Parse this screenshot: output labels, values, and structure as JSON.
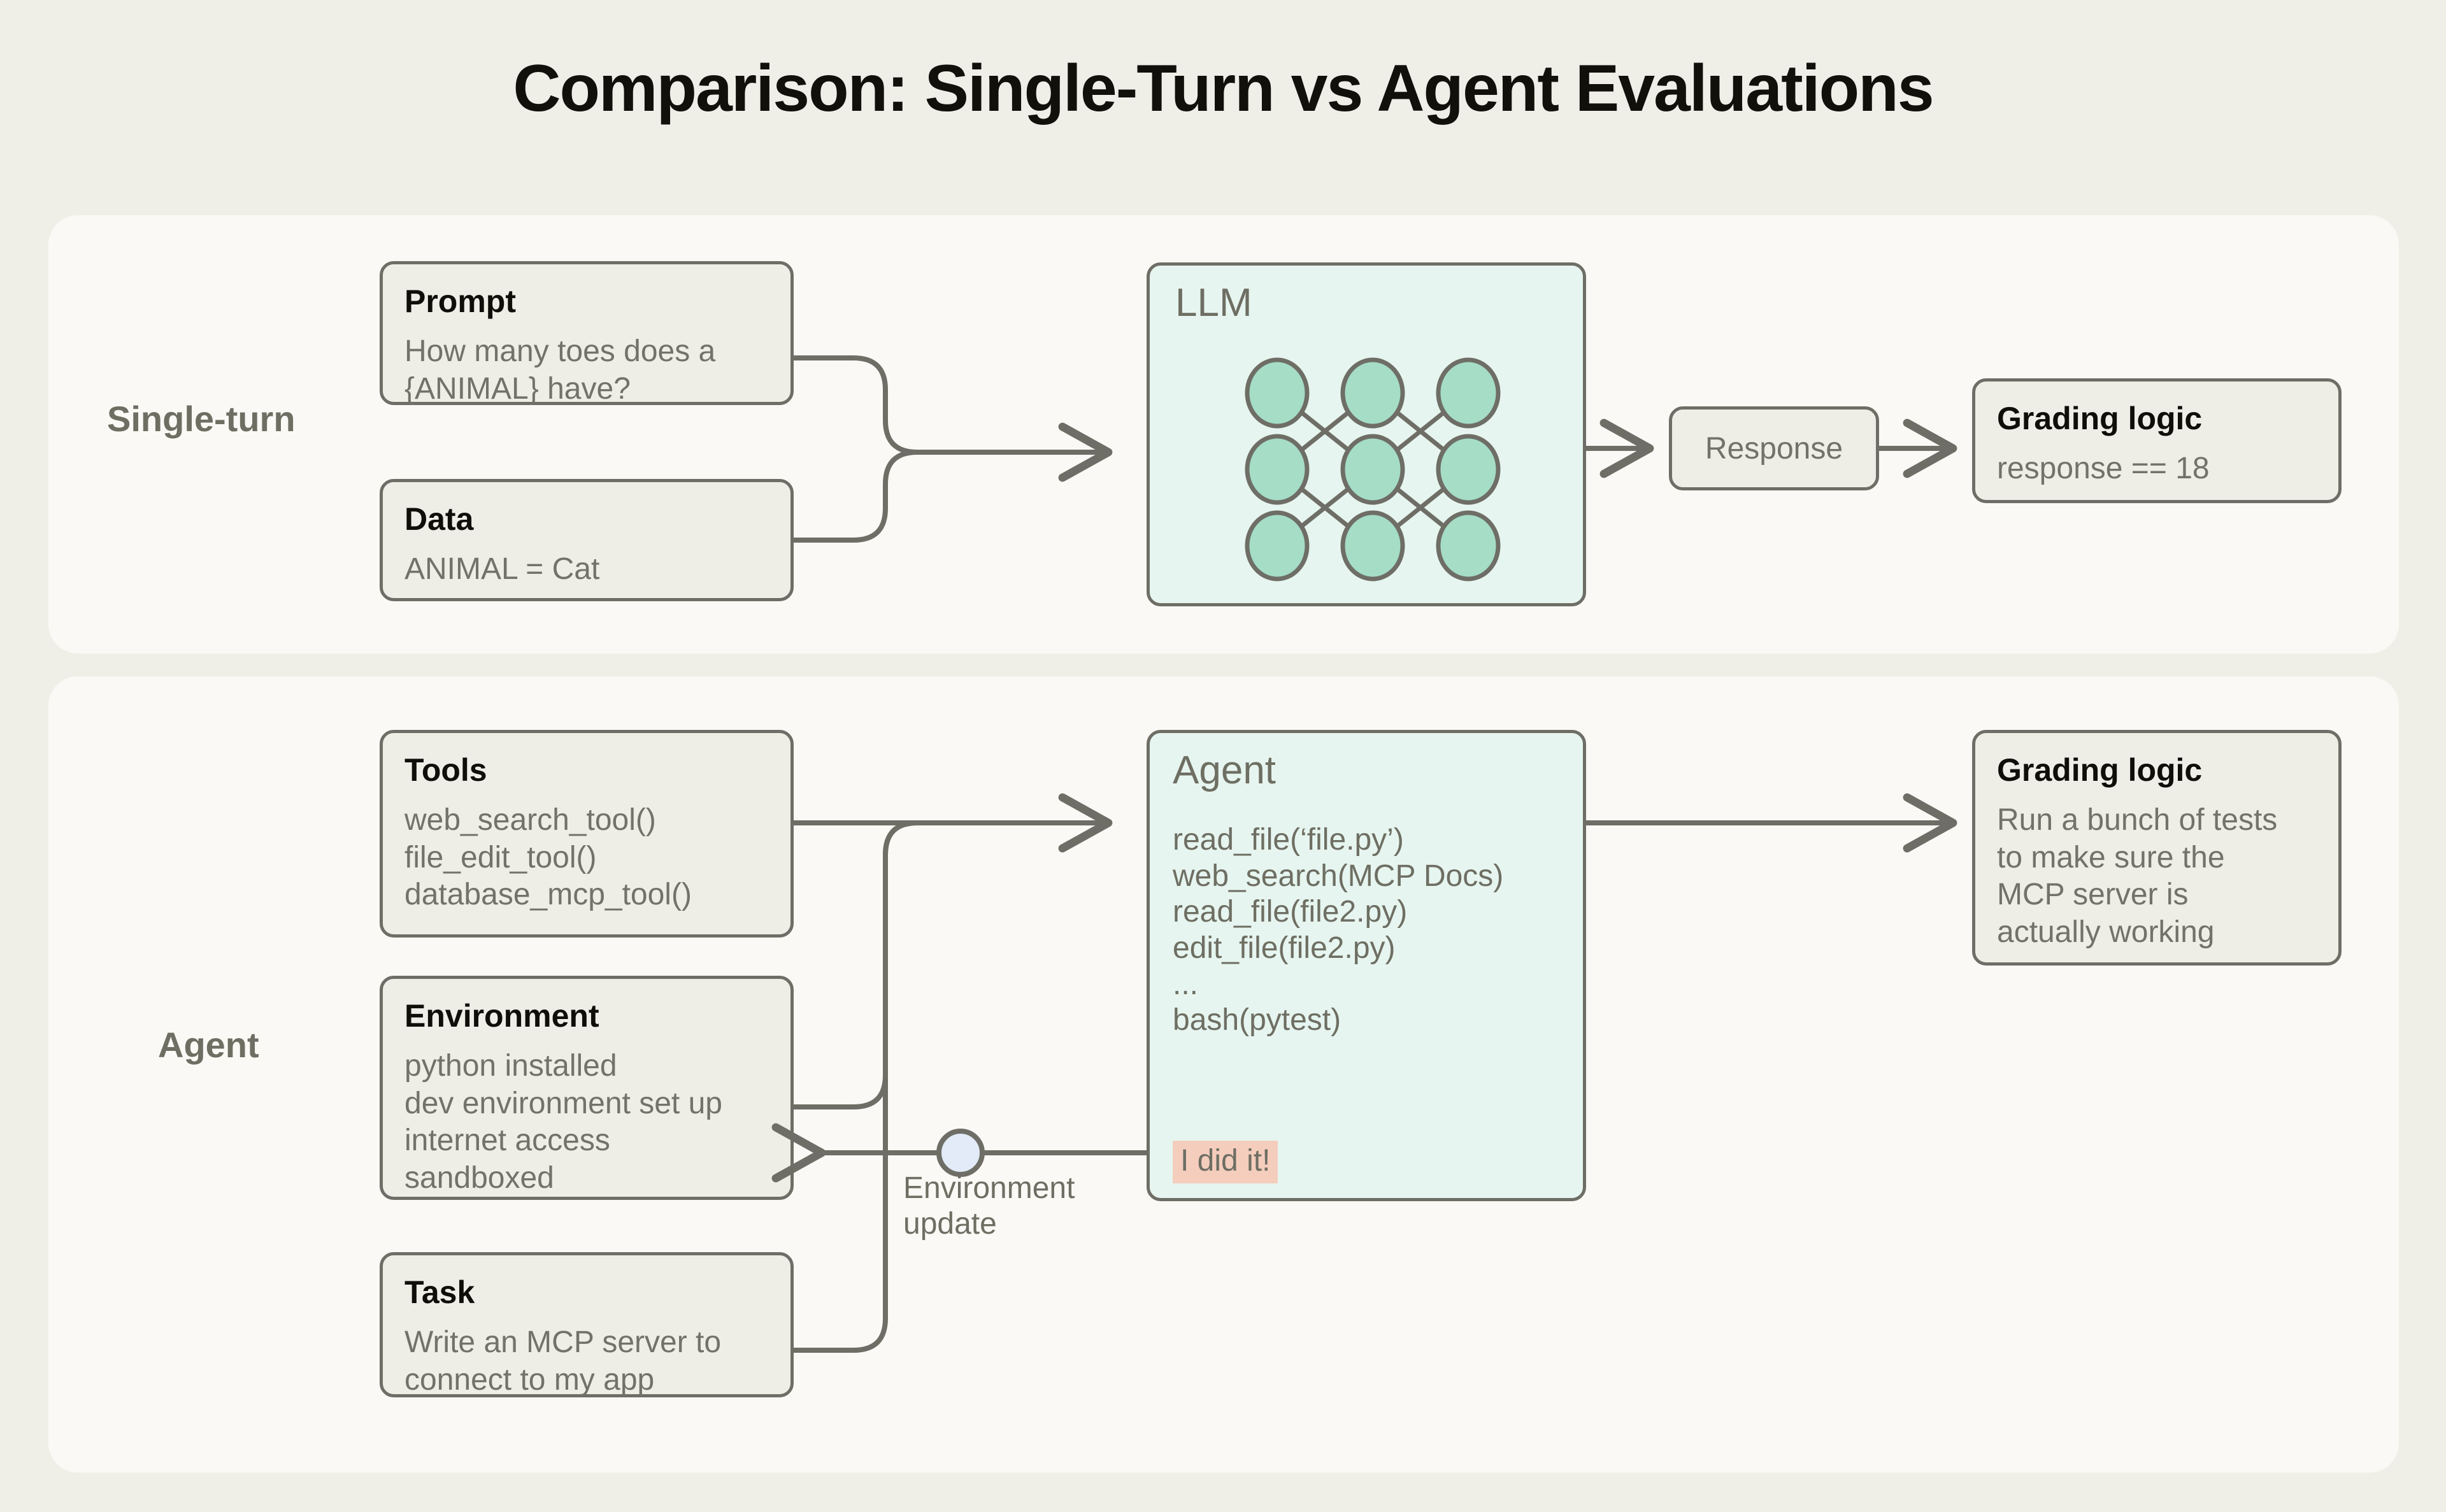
{
  "title": "Comparison: Single-Turn vs Agent Evaluations",
  "colors": {
    "page_background": "#f0efe7",
    "panel_background": "#faf9f5",
    "card_background": "#eeeee6",
    "card_border": "#6e6e66",
    "teal_card_background": "#e6f5ef",
    "node_fill": "#a5ddc7",
    "highlight_background": "#f5cdbd",
    "accent_circle": "#e2ebf7",
    "body_text": "#72726a",
    "title_text": "#0f0e09"
  },
  "rows": {
    "single_turn": {
      "label": "Single-turn",
      "prompt_card": {
        "title": "Prompt",
        "lines": [
          "How many toes does a",
          "{ANIMAL} have?"
        ]
      },
      "data_card": {
        "title": "Data",
        "lines": [
          "ANIMAL = Cat"
        ]
      },
      "llm_card": {
        "title": "LLM",
        "node_icon": "neural-network-icon",
        "node_rows": 3,
        "node_cols": 3
      },
      "response_card": {
        "label": "Response"
      },
      "grading_card": {
        "title": "Grading logic",
        "lines": [
          "response == 18"
        ]
      }
    },
    "agent": {
      "label": "Agent",
      "tools_card": {
        "title": "Tools",
        "lines": [
          "web_search_tool()",
          "file_edit_tool()",
          "database_mcp_tool()"
        ]
      },
      "environment_card": {
        "title": "Environment",
        "lines": [
          "python installed",
          "dev environment set up",
          "internet access",
          "sandboxed"
        ]
      },
      "task_card": {
        "title": "Task",
        "lines": [
          "Write an MCP server to",
          "connect to my app"
        ]
      },
      "agent_card": {
        "title": "Agent",
        "calls": [
          "read_file(‘file.py’)",
          "web_search(MCP Docs)",
          "read_file(file2.py)",
          "edit_file(file2.py)",
          "...",
          "bash(pytest)"
        ],
        "done_badge": "I did it!"
      },
      "grading_card": {
        "title": "Grading logic",
        "lines": [
          "Run a bunch of tests",
          "to make sure the",
          "MCP server is",
          "actually working"
        ]
      },
      "feedback_label": [
        "Environment",
        "update"
      ]
    }
  }
}
